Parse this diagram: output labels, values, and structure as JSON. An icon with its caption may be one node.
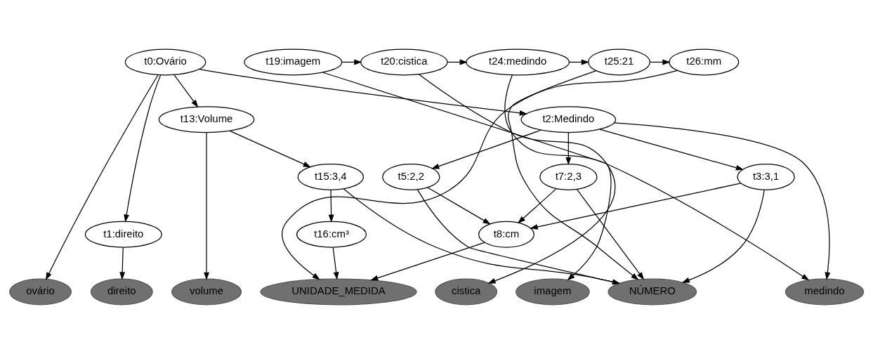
{
  "diagram": {
    "nodes": [
      {
        "text": [
          "t0:Ovário"
        ]
      },
      {
        "text": [
          "t1:direito"
        ]
      },
      {
        "text": [
          "t13:Volume"
        ]
      },
      {
        "text": [
          "t2:Medindo"
        ]
      },
      {
        "text": [
          "t15:3,4"
        ]
      },
      {
        "text": [
          "t3:3,1"
        ]
      },
      {
        "text": [
          "t5:2,2"
        ]
      },
      {
        "text": [
          "t7:2,3"
        ]
      },
      {
        "text": [
          "t16:cm³"
        ]
      },
      {
        "text": [
          "t8:cm"
        ]
      },
      {
        "text": [
          "ovário"
        ]
      },
      {
        "text": [
          "direito"
        ]
      },
      {
        "text": [
          "imagem"
        ]
      },
      {
        "text": [
          "cistica"
        ]
      },
      {
        "text": [
          "volume"
        ]
      },
      {
        "text": [
          "medindo"
        ]
      },
      {
        "text": [
          "UNIDADE_MEDIDA"
        ]
      },
      {
        "text": [
          "NÚMERO"
        ]
      },
      {
        "text": [
          "t19:imagem"
        ]
      },
      {
        "text": [
          "t20:cistica"
        ]
      },
      {
        "text": [
          "t24:medindo"
        ]
      },
      {
        "text": [
          "t25:21"
        ]
      },
      {
        "text": [
          "t26:mm"
        ]
      }
    ],
    "edges": [
      {
        "from": 0,
        "to": 1,
        "arrow": "to"
      },
      {
        "from": 0,
        "to": 2,
        "arrow": "to"
      },
      {
        "from": 0,
        "to": 3,
        "arrow": "to"
      },
      {
        "from": 0,
        "to": 10,
        "arrow": "to"
      },
      {
        "from": 1,
        "to": 11,
        "arrow": "to"
      },
      {
        "from": 2,
        "to": 14,
        "arrow": "to"
      },
      {
        "from": 2,
        "to": 4,
        "arrow": "to"
      },
      {
        "from": 3,
        "to": 15,
        "arrow": "to"
      },
      {
        "from": 3,
        "to": 5,
        "arrow": "to"
      },
      {
        "from": 3,
        "to": 6,
        "arrow": "to"
      },
      {
        "from": 3,
        "to": 7,
        "arrow": "to"
      },
      {
        "from": 4,
        "to": 8,
        "arrow": "to"
      },
      {
        "from": 4,
        "to": 17,
        "arrow": "to"
      },
      {
        "from": 5,
        "to": 9,
        "arrow": "to"
      },
      {
        "from": 5,
        "to": 17,
        "arrow": "to"
      },
      {
        "from": 6,
        "to": 9,
        "arrow": "to"
      },
      {
        "from": 6,
        "to": 17,
        "arrow": "to"
      },
      {
        "from": 7,
        "to": 9,
        "arrow": "to"
      },
      {
        "from": 7,
        "to": 17,
        "arrow": "to"
      },
      {
        "from": 8,
        "to": 16,
        "arrow": "to"
      },
      {
        "from": 9,
        "to": 16,
        "arrow": "to"
      },
      {
        "from": 18,
        "to": 12,
        "arrow": "to"
      },
      {
        "from": 18,
        "to": 19,
        "arrow": "to"
      },
      {
        "from": 19,
        "to": 13,
        "arrow": "to"
      },
      {
        "from": 19,
        "to": 20,
        "arrow": "to"
      },
      {
        "from": 20,
        "to": 15,
        "arrow": "to"
      },
      {
        "from": 20,
        "to": 21,
        "arrow": "to"
      },
      {
        "from": 21,
        "to": 22,
        "arrow": "to"
      },
      {
        "from": 21,
        "to": 17,
        "arrow": "to"
      },
      {
        "from": 22,
        "to": 16,
        "arrow": "to"
      }
    ]
  }
}
